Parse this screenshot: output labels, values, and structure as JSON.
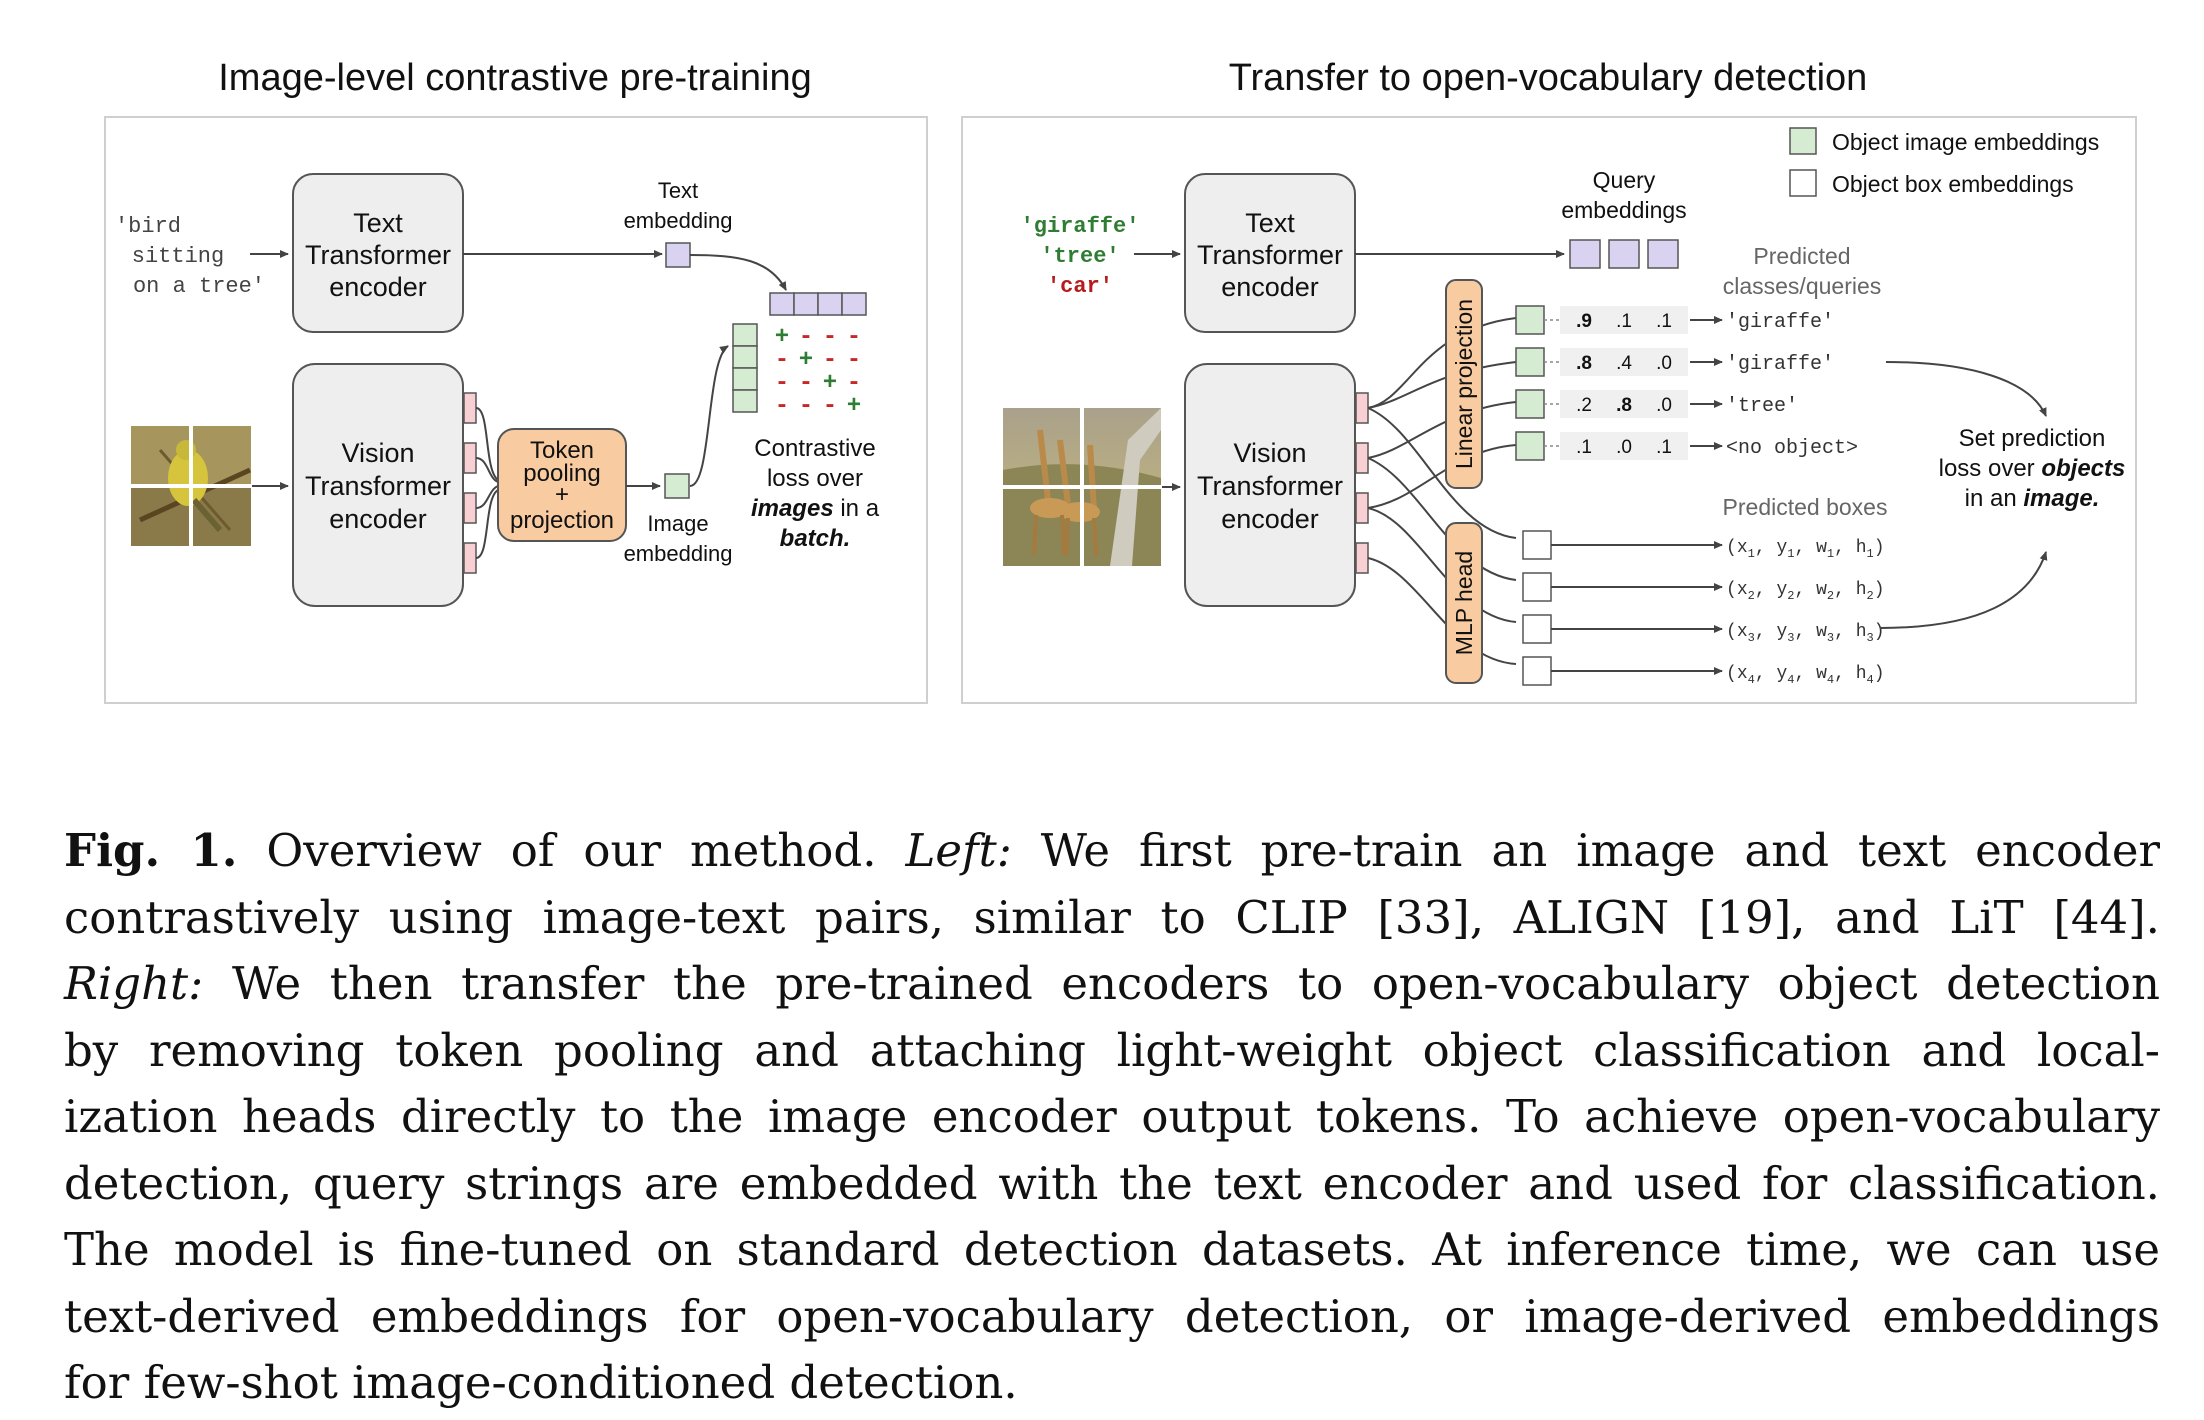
{
  "figure": {
    "left_panel": {
      "title": "Image-level contrastive pre-training",
      "input_text": [
        "'bird",
        "sitting",
        "on a tree'"
      ],
      "text_encoder": [
        "Text",
        "Transformer",
        "encoder"
      ],
      "vision_encoder": [
        "Vision",
        "Transformer",
        "encoder"
      ],
      "token_pooling": [
        "Token",
        "pooling",
        "+",
        "projection"
      ],
      "text_embedding_label": [
        "Text",
        "embedding"
      ],
      "image_embedding_label": [
        "Image",
        "embedding"
      ],
      "contrastive_matrix": [
        [
          "+",
          "-",
          "-",
          "-"
        ],
        [
          "-",
          "+",
          "-",
          "-"
        ],
        [
          "-",
          "-",
          "+",
          "-"
        ],
        [
          "-",
          "-",
          "-",
          "+"
        ]
      ],
      "contrastive_loss": {
        "line1": "Contrastive",
        "line2": "loss over",
        "line3_em": "images",
        "line3_rest": " in a",
        "line4_em": "batch."
      }
    },
    "right_panel": {
      "title": "Transfer to open-vocabulary detection",
      "queries": [
        "'giraffe'",
        "'tree'",
        "'car'"
      ],
      "query_colors": [
        "#2e7d32",
        "#2e7d32",
        "#b71c1c"
      ],
      "text_encoder": [
        "Text",
        "Transformer",
        "encoder"
      ],
      "vision_encoder": [
        "Vision",
        "Transformer",
        "encoder"
      ],
      "query_embeddings_label": [
        "Query",
        "embeddings"
      ],
      "legend": {
        "image_embeddings": "Object image embeddings",
        "box_embeddings": "Object box embeddings"
      },
      "predicted_classes_label": [
        "Predicted",
        "classes/queries"
      ],
      "linear_projection": "Linear projection",
      "mlp_head": "MLP head",
      "scores": [
        [
          ".9",
          ".1",
          ".1"
        ],
        [
          ".8",
          ".4",
          ".0"
        ],
        [
          ".2",
          ".8",
          ".0"
        ],
        [
          ".1",
          ".0",
          ".1"
        ]
      ],
      "predicted_classes": [
        "'giraffe'",
        "'giraffe'",
        "'tree'",
        "<no object>"
      ],
      "predicted_boxes_label": "Predicted boxes",
      "boxes": [
        {
          "x": "x",
          "y": "y",
          "w": "w",
          "h": "h",
          "i": "1"
        },
        {
          "x": "x",
          "y": "y",
          "w": "w",
          "h": "h",
          "i": "2"
        },
        {
          "x": "x",
          "y": "y",
          "w": "w",
          "h": "h",
          "i": "3"
        },
        {
          "x": "x",
          "y": "y",
          "w": "w",
          "h": "h",
          "i": "4"
        }
      ],
      "set_prediction": {
        "line1": "Set prediction",
        "line2": "loss over ",
        "line2_em": "objects",
        "line3": "in an ",
        "line3_em": "image."
      }
    },
    "colors": {
      "encoder_fill": "#eeeeee",
      "embed_purple": "#d9d2f0",
      "embed_green": "#d6ecd2",
      "token_pink": "#f8d0d4",
      "orange_fill": "#f8cba0",
      "plus_green": "#2e7d32",
      "minus_red": "#c62828"
    }
  },
  "caption": {
    "label": "Fig. 1.",
    "text1": " Overview of our method. ",
    "left_em": "Left:",
    "text2": " We first pre-train an image and text encoder",
    "line2": "contrastively using image-text pairs, similar to CLIP [33], ALIGN [19], and LiT [44].",
    "right_em": "Right:",
    "line3": " We then transfer the pre-trained encoders to open-vocabulary object detection",
    "line4": "by removing token pooling and attaching light-weight object classification and local-",
    "line5": "ization heads directly to the image encoder output tokens. To achieve open-vocabulary",
    "line6": "detection, query strings are embedded with the text encoder and used for classification.",
    "line7": "The model is fine-tuned on standard detection datasets. At inference time, we can use",
    "line8": "text-derived embeddings for open-vocabulary detection, or image-derived embeddings",
    "line9": "for few-shot image-conditioned detection."
  }
}
